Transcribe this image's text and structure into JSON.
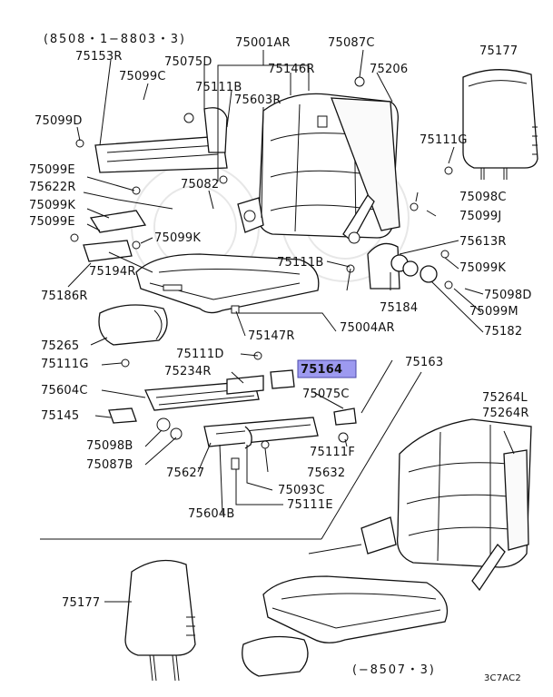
{
  "header": {
    "date_range_top": "(8508・1−8803・3)",
    "date_range_bottom": "(−8507・3)",
    "diagram_code": "3C7AC2"
  },
  "callouts": [
    {
      "id": "75001AR",
      "text": "75001AR",
      "highlight": false
    },
    {
      "id": "75087C",
      "text": "75087C",
      "highlight": false
    },
    {
      "id": "75177_top",
      "text": "75177",
      "highlight": false
    },
    {
      "id": "75153R",
      "text": "75153R",
      "highlight": false
    },
    {
      "id": "75075D",
      "text": "75075D",
      "highlight": false
    },
    {
      "id": "75146R",
      "text": "75146R",
      "highlight": false
    },
    {
      "id": "75206",
      "text": "75206",
      "highlight": false
    },
    {
      "id": "75099C",
      "text": "75099C",
      "highlight": false
    },
    {
      "id": "75111B_top",
      "text": "75111B",
      "highlight": false
    },
    {
      "id": "75603R",
      "text": "75603R",
      "highlight": false
    },
    {
      "id": "75099D",
      "text": "75099D",
      "highlight": false
    },
    {
      "id": "75111G_top",
      "text": "75111G",
      "highlight": false
    },
    {
      "id": "75099E_1",
      "text": "75099E",
      "highlight": false
    },
    {
      "id": "75622R",
      "text": "75622R",
      "highlight": false
    },
    {
      "id": "75082",
      "text": "75082",
      "highlight": false
    },
    {
      "id": "75098C",
      "text": "75098C",
      "highlight": false
    },
    {
      "id": "75099K_1",
      "text": "75099K",
      "highlight": false
    },
    {
      "id": "75099J",
      "text": "75099J",
      "highlight": false
    },
    {
      "id": "75099E_2",
      "text": "75099E",
      "highlight": false
    },
    {
      "id": "75099K_2",
      "text": "75099K",
      "highlight": false
    },
    {
      "id": "75613R",
      "text": "75613R",
      "highlight": false
    },
    {
      "id": "75111B_mid",
      "text": "75111B",
      "highlight": false
    },
    {
      "id": "75099K_3",
      "text": "75099K",
      "highlight": false
    },
    {
      "id": "75194R",
      "text": "75194R",
      "highlight": false
    },
    {
      "id": "75184",
      "text": "75184",
      "highlight": false
    },
    {
      "id": "75098D",
      "text": "75098D",
      "highlight": false
    },
    {
      "id": "75186R",
      "text": "75186R",
      "highlight": false
    },
    {
      "id": "75099M",
      "text": "75099M",
      "highlight": false
    },
    {
      "id": "75147R",
      "text": "75147R",
      "highlight": false
    },
    {
      "id": "75004AR",
      "text": "75004AR",
      "highlight": false
    },
    {
      "id": "75182",
      "text": "75182",
      "highlight": false
    },
    {
      "id": "75265",
      "text": "75265",
      "highlight": false
    },
    {
      "id": "75111D",
      "text": "75111D",
      "highlight": false
    },
    {
      "id": "75111G_mid",
      "text": "75111G",
      "highlight": false
    },
    {
      "id": "75164",
      "text": "75164",
      "highlight": true
    },
    {
      "id": "75163",
      "text": "75163",
      "highlight": false
    },
    {
      "id": "75234R",
      "text": "75234R",
      "highlight": false
    },
    {
      "id": "75604C",
      "text": "75604C",
      "highlight": false
    },
    {
      "id": "75075C",
      "text": "75075C",
      "highlight": false
    },
    {
      "id": "75264L",
      "text": "75264L",
      "highlight": false
    },
    {
      "id": "75264R",
      "text": "75264R",
      "highlight": false
    },
    {
      "id": "75145",
      "text": "75145",
      "highlight": false
    },
    {
      "id": "75098B",
      "text": "75098B",
      "highlight": false
    },
    {
      "id": "75111F",
      "text": "75111F",
      "highlight": false
    },
    {
      "id": "75087B",
      "text": "75087B",
      "highlight": false
    },
    {
      "id": "75627",
      "text": "75627",
      "highlight": false
    },
    {
      "id": "75632",
      "text": "75632",
      "highlight": false
    },
    {
      "id": "75093C",
      "text": "75093C",
      "highlight": false
    },
    {
      "id": "75111E",
      "text": "75111E",
      "highlight": false
    },
    {
      "id": "75604B",
      "text": "75604B",
      "highlight": false
    },
    {
      "id": "75177_bottom",
      "text": "75177",
      "highlight": false
    }
  ]
}
